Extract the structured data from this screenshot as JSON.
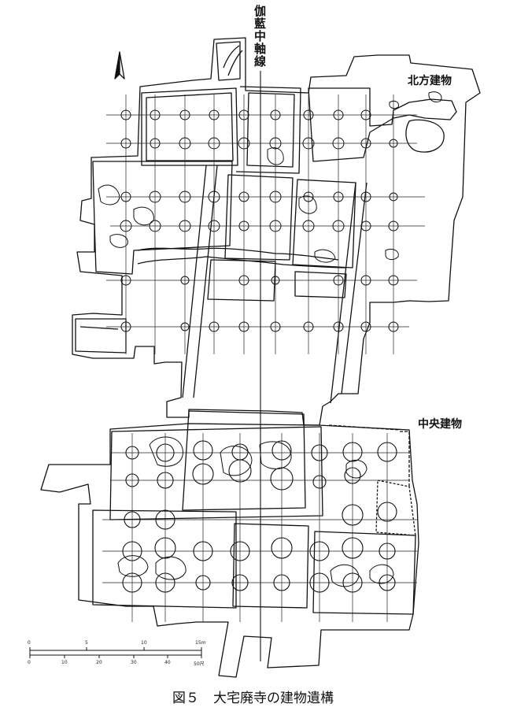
{
  "figure": {
    "number": "図５",
    "caption": "大宅廃寺の建物遺構",
    "axis_label": "伽藍中軸線",
    "labels": {
      "north_building": "北方建物",
      "central_building": "中央建物"
    },
    "north_arrow": "north-arrow-icon",
    "scale_bar": {
      "meters": [
        "0",
        "5",
        "10",
        "15m"
      ],
      "shaku": [
        "0",
        "10",
        "20",
        "30",
        "40",
        "50尺"
      ]
    }
  }
}
